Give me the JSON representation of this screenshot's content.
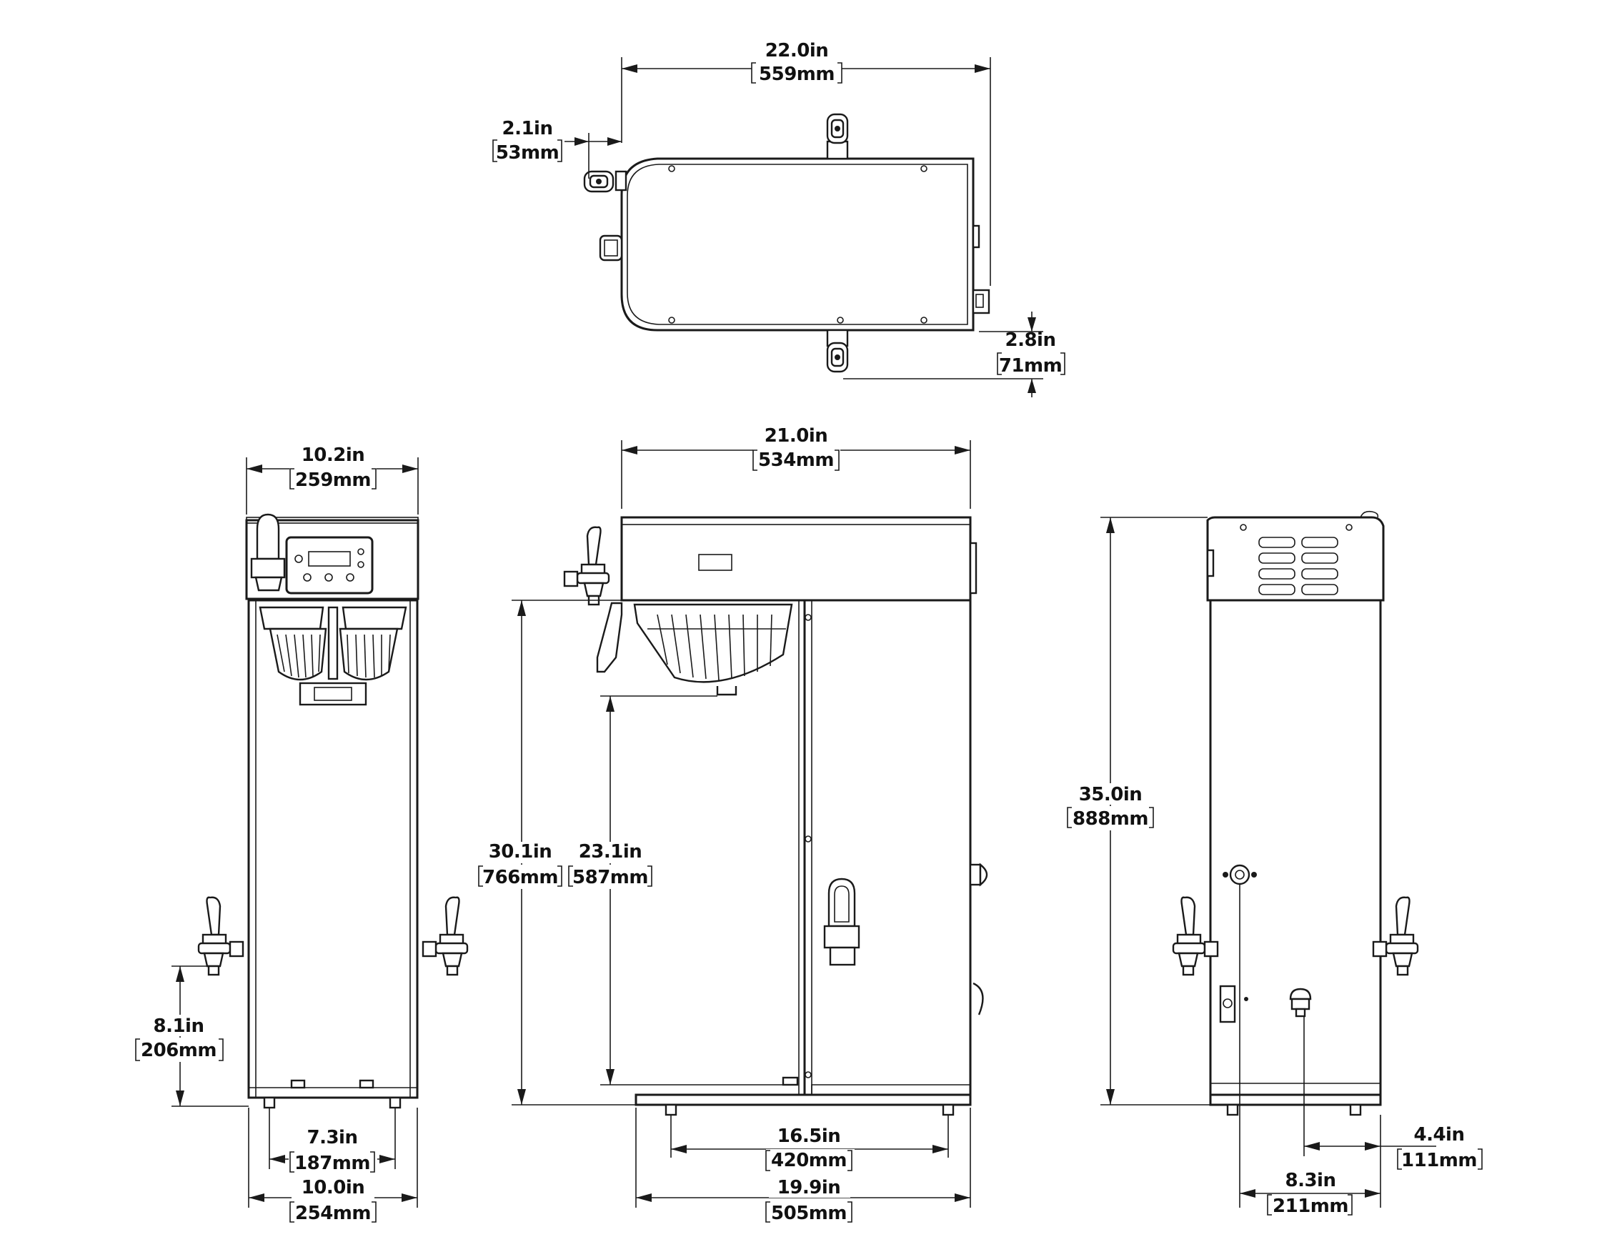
{
  "dimensions": {
    "top_width": {
      "in": "22.0in",
      "mm": "559mm"
    },
    "top_faucet_offset": {
      "in": "2.1in",
      "mm": "53mm"
    },
    "top_back_offset": {
      "in": "2.8in",
      "mm": "71mm"
    },
    "front_top_width": {
      "in": "10.2in",
      "mm": "259mm"
    },
    "front_faucet_height": {
      "in": "8.1in",
      "mm": "206mm"
    },
    "front_feet_spacing": {
      "in": "7.3in",
      "mm": "187mm"
    },
    "front_base_width": {
      "in": "10.0in",
      "mm": "254mm"
    },
    "side_top_width": {
      "in": "21.0in",
      "mm": "534mm"
    },
    "side_height": {
      "in": "30.1in",
      "mm": "766mm"
    },
    "side_clearance": {
      "in": "23.1in",
      "mm": "587mm"
    },
    "side_feet_spacing": {
      "in": "16.5in",
      "mm": "420mm"
    },
    "side_base_width": {
      "in": "19.9in",
      "mm": "505mm"
    },
    "rear_height": {
      "in": "35.0in",
      "mm": "888mm"
    },
    "rear_inlet_offset": {
      "in": "4.4in",
      "mm": "111mm"
    },
    "rear_outlet_offset": {
      "in": "8.3in",
      "mm": "211mm"
    }
  }
}
